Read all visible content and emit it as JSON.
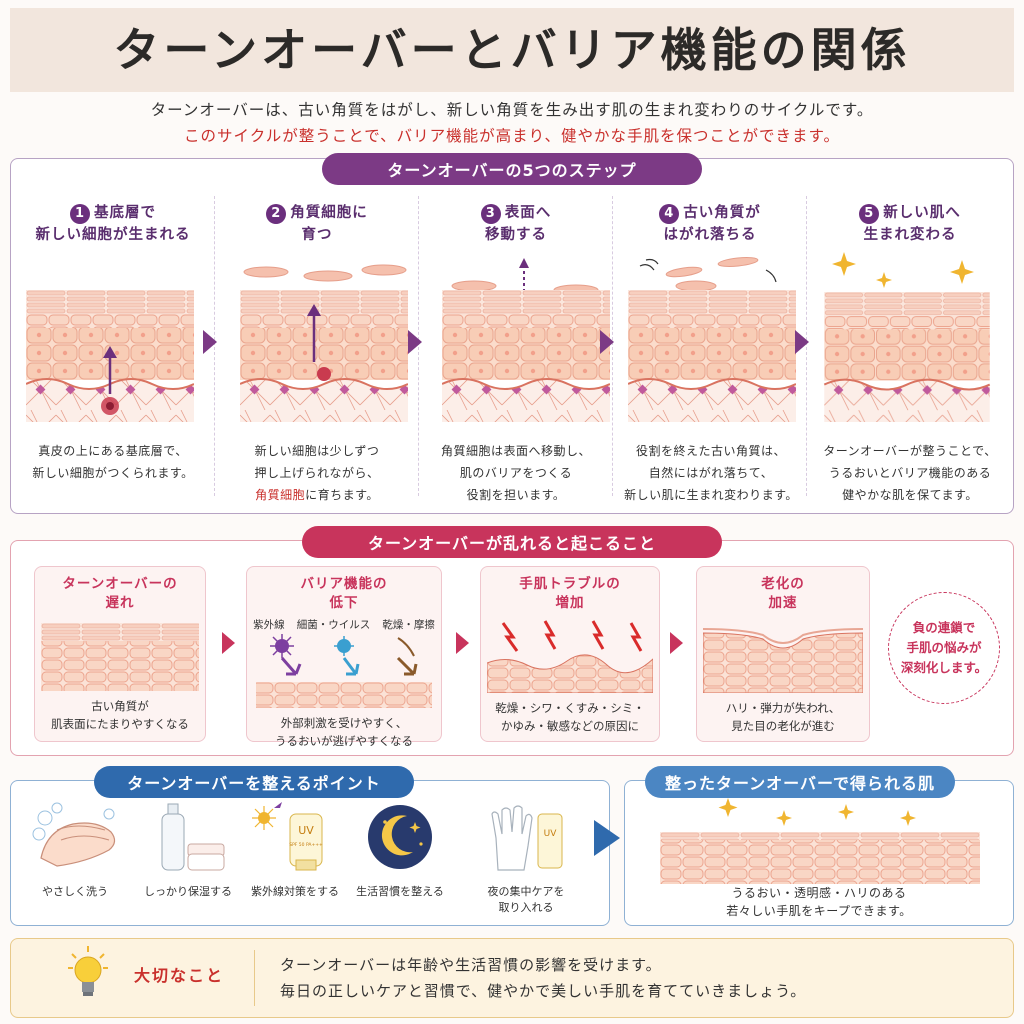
{
  "title": "ターンオーバーとバリア機能の関係",
  "intro": {
    "line1": "ターンオーバーは、古い角質をはがし、新しい角質を生み出す肌の生まれ変わりのサイクルです。",
    "line2": "このサイクルが整うことで、バリア機能が高まり、健やかな手肌を保つことができます。"
  },
  "steps_section": {
    "heading": "ターンオーバーの5つのステップ",
    "steps": [
      {
        "num": "1",
        "title1": "基底層で",
        "title2": "新しい細胞が生まれる",
        "desc1": "真皮の上にある基底層で、",
        "desc2": "新しい細胞がつくられます。",
        "desc3": ""
      },
      {
        "num": "2",
        "title1": "角質細胞に",
        "title2": "育つ",
        "desc1": "新しい細胞は少しずつ",
        "desc2": "押し上げられながら、",
        "desc3_hl": "角質細胞",
        "desc3": "に育ちます。"
      },
      {
        "num": "3",
        "title1": "表面へ",
        "title2": "移動する",
        "desc1": "角質細胞は表面へ移動し、",
        "desc2": "肌のバリアをつくる",
        "desc3": "役割を担います。"
      },
      {
        "num": "4",
        "title1": "古い角質が",
        "title2": "はがれ落ちる",
        "desc1": "役割を終えた古い角質は、",
        "desc2": "自然にはがれ落ちて、",
        "desc3": "新しい肌に生まれ変わります。"
      },
      {
        "num": "5",
        "title1": "新しい肌へ",
        "title2": "生まれ変わる",
        "desc1": "ターンオーバーが整うことで、",
        "desc2": "うるおいとバリア機能のある",
        "desc3": "健やかな肌を保てます。"
      }
    ]
  },
  "disorder_section": {
    "heading": "ターンオーバーが乱れると起こること",
    "cards": [
      {
        "title1": "ターンオーバーの",
        "title2": "遅れ",
        "desc1": "古い角質が",
        "desc2": "肌表面にたまりやすくなる"
      },
      {
        "title1": "バリア機能の",
        "title2": "低下",
        "desc1": "外部刺激を受けやすく、",
        "desc2": "うるおいが逃げやすくなる"
      },
      {
        "title1": "手肌トラブルの",
        "title2": "増加",
        "desc1": "乾燥・シワ・くすみ・シミ・",
        "desc2": "かゆみ・敏感などの原因に"
      },
      {
        "title1": "老化の",
        "title2": "加速",
        "desc1": "ハリ・弾力が失われ、",
        "desc2": "見た目の老化が進む"
      }
    ],
    "external": [
      "紫外線",
      "細菌・ウイルス",
      "乾燥・摩擦"
    ],
    "chain": [
      "負の連鎖で",
      "手肌の悩みが",
      "深刻化します。"
    ]
  },
  "points_section": {
    "heading": "ターンオーバーを整えるポイント",
    "items": [
      {
        "label": "やさしく洗う",
        "label2": "",
        "icon": "hand-wash-icon"
      },
      {
        "label": "しっかり保湿する",
        "label2": "",
        "icon": "moisturizer-icon"
      },
      {
        "label": "紫外線対策をする",
        "label2": "",
        "icon": "sunscreen-icon"
      },
      {
        "label": "生活習慣を整える",
        "label2": "",
        "icon": "moon-icon"
      },
      {
        "label": "夜の集中ケアを",
        "label2": "取り入れる",
        "icon": "glove-icon"
      }
    ],
    "uv_text": "UV",
    "spf_text": "SPF 50 PA+++"
  },
  "result_section": {
    "heading": "整ったターンオーバーで得られる肌",
    "desc1": "うるおい・透明感・ハリのある",
    "desc2": "若々しい手肌をキープできます。"
  },
  "important": {
    "label": "大切なこと",
    "line1": "ターンオーバーは年齢や生活習慣の影響を受けます。",
    "line2": "毎日の正しいケアと習慣で、健やかで美しい手肌を育てていきましょう。"
  },
  "colors": {
    "purple": "#7c3a85",
    "red": "#c8345c",
    "blue": "#2f6aad",
    "skin": "#f6c9b4",
    "accent_red": "#c9302c"
  }
}
